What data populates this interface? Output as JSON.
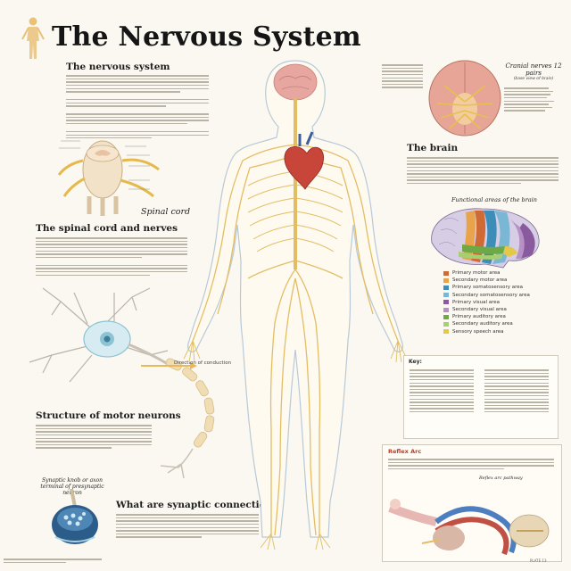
{
  "title": "The Nervous System",
  "sections": {
    "nervous_system": "The nervous system",
    "spinal_cord_nerves": "The spinal cord and nerves",
    "motor_neurons": "Structure of motor neurons",
    "synaptic": "What are synaptic connections?",
    "brain": "The brain"
  },
  "figure_labels": {
    "spinal_cord": "Spinal cord",
    "direction": "Direction of conduction",
    "synaptic_knob": "Synaptic knob or axon terminal of presynaptic neuron",
    "cranial_nerves": "Cranial nerves 12 pairs",
    "cranial_sub": "(base view of brain)",
    "functional_areas": "Functional areas of the brain",
    "key": "Key:",
    "reflex_arc": "Reflex Arc",
    "reflex_pathway": "Reflex arc pathway",
    "plate": "PLATE 13"
  },
  "legend": [
    {
      "label": "Primary motor area",
      "color": "#d06a35"
    },
    {
      "label": "Secondary motor area",
      "color": "#e9a34a"
    },
    {
      "label": "Primary somatosensory area",
      "color": "#3c8db8"
    },
    {
      "label": "Secondary somatosensory area",
      "color": "#7ab7d4"
    },
    {
      "label": "Primary visual area",
      "color": "#8a5a9e"
    },
    {
      "label": "Secondary visual area",
      "color": "#b790c6"
    },
    {
      "label": "Primary auditory area",
      "color": "#6da944"
    },
    {
      "label": "Secondary auditory area",
      "color": "#a8cf6e"
    },
    {
      "label": "Sensory speech area",
      "color": "#e4c84a"
    }
  ],
  "colors": {
    "nerve": "#e2bd63",
    "nerve_dark": "#c99a3a",
    "body_outline": "#b7c9d8",
    "brain": "#e8a6a0",
    "heart": "#c8453a",
    "neuron_cell": "#8ec3d4"
  }
}
